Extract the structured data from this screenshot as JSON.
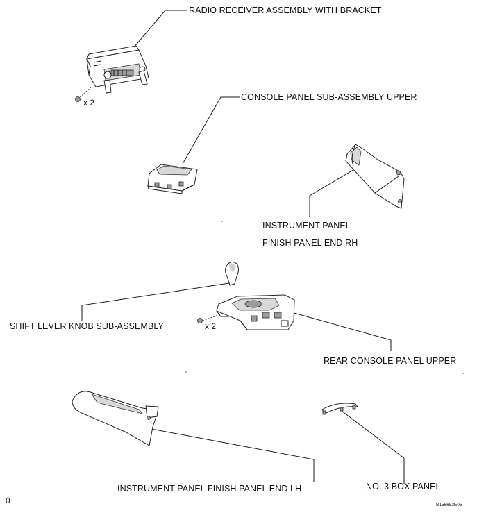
{
  "labels": {
    "radio": "RADIO RECEIVER ASSEMBLY WITH BRACKET",
    "console_upper": "CONSOLE PANEL SUB-ASSEMBLY UPPER",
    "ip_finish_rh_line1": "INSTRUMENT PANEL",
    "ip_finish_rh_line2": "FINISH PANEL END RH",
    "shift_knob": "SHIFT LEVER KNOB SUB-ASSEMBLY",
    "rear_console": "REAR CONSOLE PANEL UPPER",
    "ip_finish_lh": "INSTRUMENT PANEL FINISH PANEL END LH",
    "box_panel": "NO. 3 BOX PANEL"
  },
  "quantities": {
    "radio_screws": "x 2",
    "console_screws": "x 2"
  },
  "corner_mark": "0",
  "figure_code": "B156682E05"
}
